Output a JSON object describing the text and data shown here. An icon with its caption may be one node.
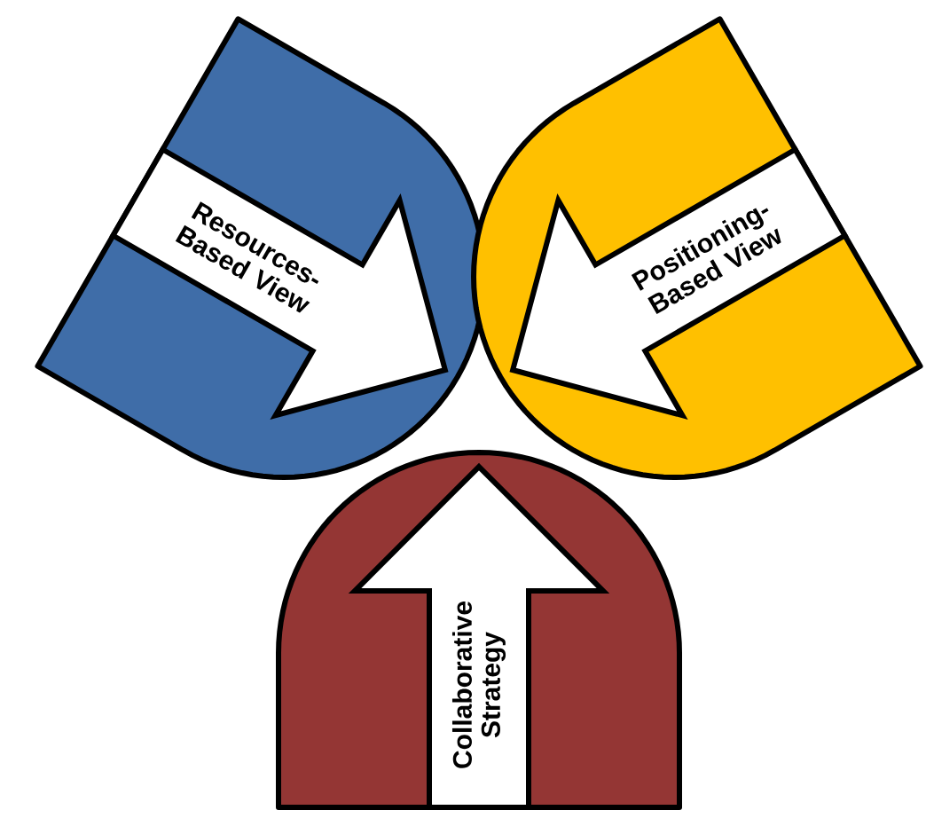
{
  "diagram": {
    "nodes": [
      {
        "text": [
          "Resources-Based View"
        ]
      },
      {
        "text": [
          "Positioning-Based View"
        ]
      },
      {
        "text": [
          "Collaborative Strategy"
        ]
      }
    ]
  }
}
